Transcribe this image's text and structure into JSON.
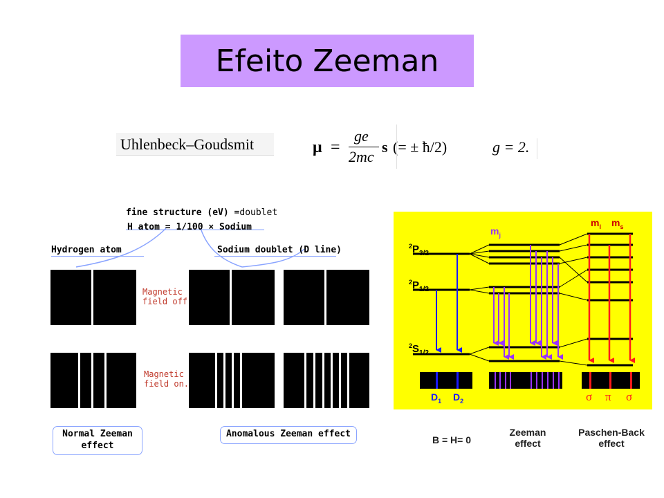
{
  "title": "Efeito Zeeman",
  "formula": {
    "label": "Uhlenbeck–Goudsmit",
    "mu": "μ",
    "equals": "=",
    "numerator": "ge",
    "denominator": "2mc",
    "s": "s",
    "paren": "(= ± ħ/2)",
    "g_expr": "g = 2."
  },
  "left_diagram": {
    "fine_structure": "fine structure (eV)",
    "doublet": "=doublet",
    "h_atom": "H atom = 1/100 × Sodium",
    "hydrogen_atom": "Hydrogen atom",
    "sodium_doublet": "Sodium doublet (D line)",
    "field_off": [
      "Magnetic",
      "field off."
    ],
    "field_on": [
      "Magnetic",
      "field on."
    ],
    "normal_zeeman": [
      "Normal Zeeman",
      "effect"
    ],
    "anomalous_zeeman": "Anomalous Zeeman effect"
  },
  "right_diagram": {
    "background_color": "#ffff00",
    "m_l": "m",
    "m_l_sub": "l",
    "m_s": "m",
    "m_s_sub": "s",
    "m_j": "m",
    "m_j_sub": "j",
    "p32_sup": "2",
    "p32": "P",
    "p32_sub": "3/2",
    "p12_sup": "2",
    "p12": "P",
    "p12_sub": "1/2",
    "s12_sup": "2",
    "s12": "S",
    "s12_sub": "1/2",
    "d1": "D",
    "d1_sub": "1",
    "d2": "D",
    "d2_sub": "2",
    "sigma_left": "σ",
    "pi": "π",
    "sigma_right": "σ",
    "colors": {
      "blue": "#1a1aff",
      "violet": "#9933ff",
      "red": "#ff1a1a"
    }
  },
  "captions": {
    "b_h": "B = H= 0",
    "zeeman": [
      "Zeeman",
      "effect"
    ],
    "paschen": [
      "Paschen-Back",
      "effect"
    ]
  }
}
